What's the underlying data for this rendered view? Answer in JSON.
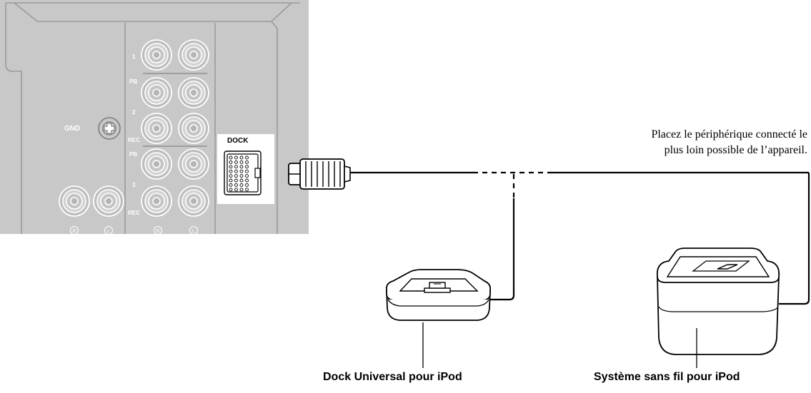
{
  "panel": {
    "gnd_label": "GND",
    "dock_label": "DOCK",
    "row_labels": [
      "1",
      "PB",
      "2",
      "REC",
      "PB",
      "3",
      "REC"
    ],
    "channel_marks": [
      "R",
      "L",
      "R",
      "L"
    ]
  },
  "note": {
    "line1": "Placez le périphérique connecté le",
    "line2": "plus loin possible de l’appareil."
  },
  "captions": {
    "dock": "Dock Universal pour iPod",
    "wireless": "Système sans fil pour iPod"
  },
  "colors": {
    "panel_fill": "#c8c8c8",
    "panel_stroke": "#9a9a9a",
    "line": "#000000",
    "dock_highlight": "#ffffff"
  }
}
